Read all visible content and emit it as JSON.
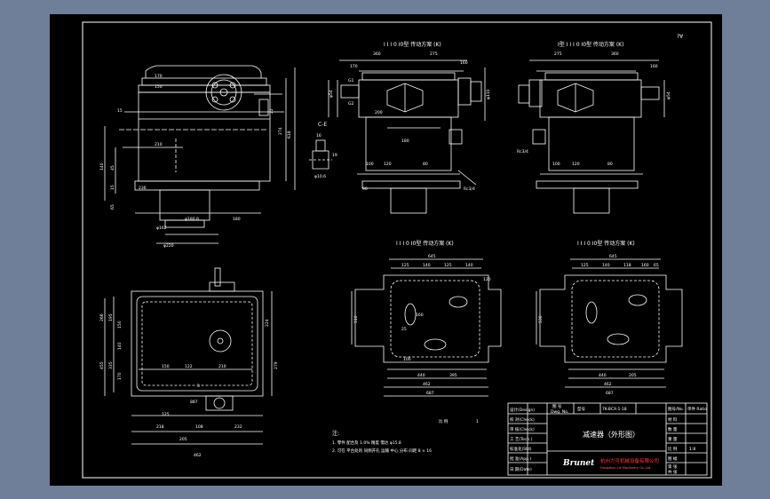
{
  "roughness_symbol": "?∀",
  "views": {
    "top_left_front": {
      "dims": [
        "170",
        "150",
        "15",
        "618",
        "22",
        "274",
        "45",
        "140",
        "15",
        "65",
        "210",
        "236",
        "φ180 8",
        "φ162",
        "φ220",
        "180"
      ]
    },
    "top_middle": {
      "title": "I I I 0 I0型 传动方案 (K)",
      "dims": [
        "360",
        "275",
        "170",
        "160",
        "φ54",
        "G1",
        "G2",
        "200",
        "180",
        "φ110",
        "100",
        "120",
        "80",
        "Rc3/4",
        "90"
      ]
    },
    "top_right": {
      "title": "Ⅰ型 I I I 0 I0型 传动方案 (K)",
      "dims": [
        "275",
        "360",
        "160",
        "φ54",
        "Rc3/4",
        "100",
        "120",
        "80"
      ]
    },
    "section_ce": {
      "label": "C-E",
      "dims": [
        "16",
        "19",
        "φ10.6"
      ]
    },
    "bottom_left_plan": {
      "dims": [
        "266",
        "195",
        "150",
        "140",
        "455",
        "335",
        "170",
        "224",
        "279",
        "150",
        "122",
        "210",
        "3",
        "125",
        "218",
        "108",
        "232",
        "205",
        "462",
        "887",
        "50"
      ]
    },
    "bottom_middle": {
      "title": "I I I 0 I0型 传动方案 (K)",
      "dims": [
        "645",
        "125",
        "140",
        "125",
        "140",
        "120",
        "510",
        "25",
        "160",
        "100",
        "440",
        "395",
        "462",
        "687"
      ]
    },
    "bottom_right": {
      "title": "I I I 0 I0型 传动方案 (K)",
      "dims": [
        "645",
        "125",
        "140",
        "118",
        "160",
        "65",
        "530",
        "440",
        "205",
        "462",
        "687"
      ]
    }
  },
  "notes": {
    "heading": "注:",
    "ratio_label": "比 例",
    "ratio_value": "1",
    "lines": [
      "1. 零件 配合及 1.0% 精度 需达 φ15.8",
      "2. 可在 平台处的 同侧开孔 运输 中心 分布 间距 8 × 16"
    ]
  },
  "title_block": {
    "left_labels": [
      "设计(Design)",
      "校 对(Check)",
      "审 核(Check)",
      "工 艺(Tech.)",
      "标准化(Std)",
      "批 准(App.)",
      "日 期(Date)"
    ],
    "top_row": [
      "图 号",
      "Dwg. No.",
      "型号",
      "7K-BCX-1-18",
      "图号/No.",
      "单件 Ratio"
    ],
    "drawing_title": "减速器（外形图）",
    "right_labels": [
      "材 料",
      "数 量",
      "重 量",
      "比 例",
      "图 幅",
      "第 张",
      "共 张"
    ],
    "right_values": [
      "",
      "",
      "",
      "1:8",
      "",
      "",
      ""
    ],
    "company_logo": "Brunet",
    "company_name": "杭州力可机械设备有限公司",
    "company_name_en": "Hangzhou Lik Machinery Co.,Ltd"
  }
}
